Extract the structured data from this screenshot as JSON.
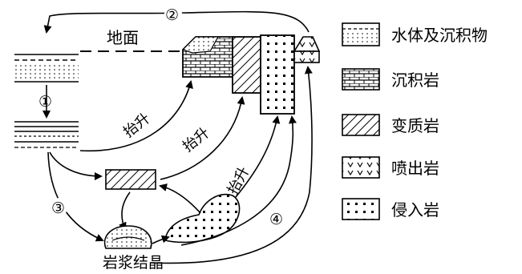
{
  "diagram": {
    "ground_label": "地面",
    "uplift_label": "抬升",
    "magma_label": "岩浆结晶",
    "process_numbers": [
      "①",
      "②",
      "③",
      "④"
    ]
  },
  "legend": [
    {
      "key": "water-sediment",
      "label": "水体及沉积物"
    },
    {
      "key": "sedimentary",
      "label": "沉积岩"
    },
    {
      "key": "metamorphic",
      "label": "变质岩"
    },
    {
      "key": "extrusive",
      "label": "喷出岩"
    },
    {
      "key": "intrusive",
      "label": "侵入岩"
    }
  ],
  "colors": {
    "ink": "#000000",
    "paper": "#ffffff"
  }
}
